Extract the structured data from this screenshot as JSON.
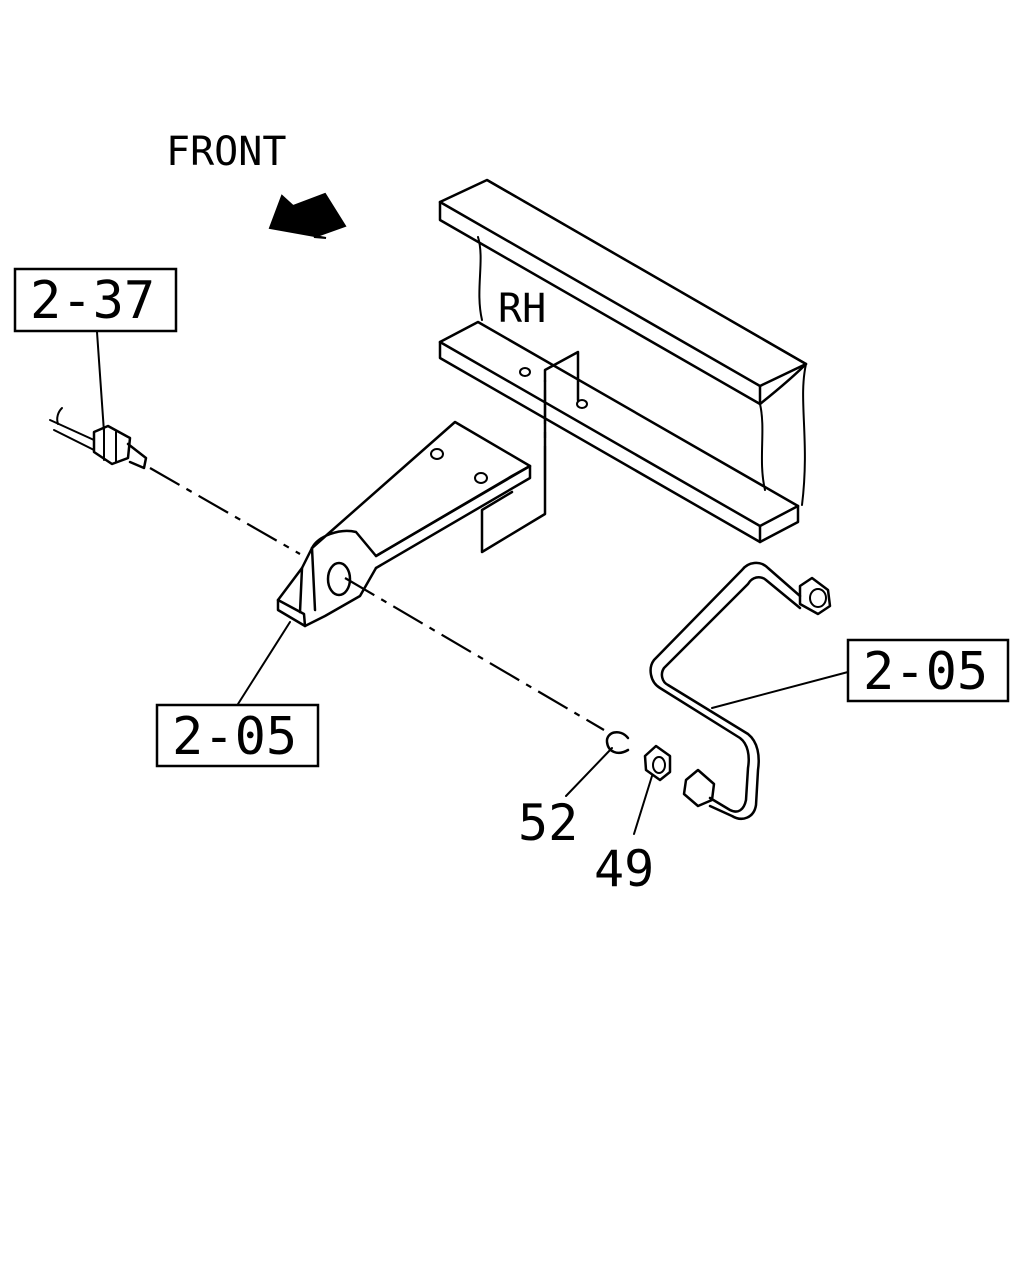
{
  "labels": {
    "front": "FRONT",
    "side": "RH"
  },
  "callouts": {
    "ref_2_37": "2-37",
    "ref_2_05_left": "2-05",
    "ref_2_05_right": "2-05"
  },
  "part_numbers": {
    "part_52": "52",
    "part_49": "49"
  },
  "icons": {
    "front_arrow": "direction-arrow-icon"
  }
}
